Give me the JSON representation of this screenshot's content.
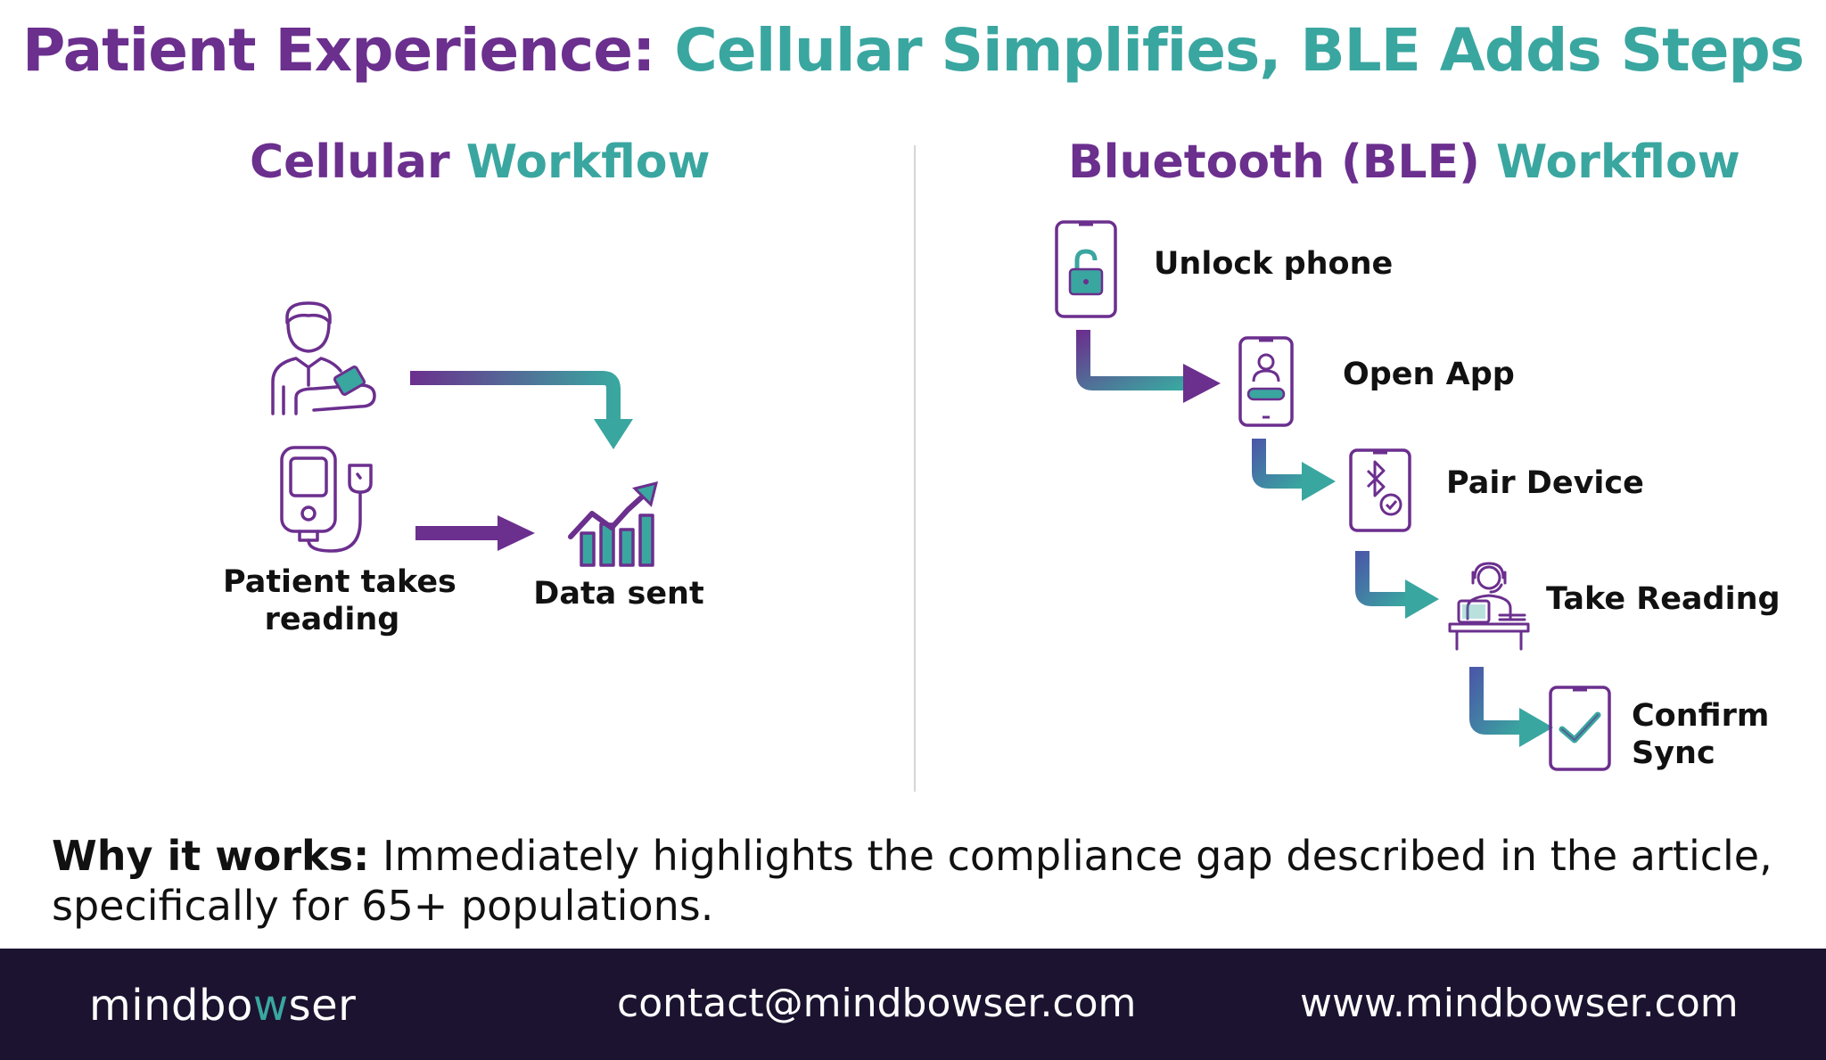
{
  "title": {
    "part1": "Patient Experience:",
    "part2": "Cellular Simplifies, BLE Adds Steps"
  },
  "cellular": {
    "title_part1": "Cellular",
    "title_part2": "Workflow",
    "step1_label_line1": "Patient takes",
    "step1_label_line2": "reading",
    "step2_label": "Data sent"
  },
  "ble": {
    "title_part1": "Bluetooth (BLE)",
    "title_part2": "Workflow",
    "steps": [
      {
        "label": "Unlock phone",
        "icon": "unlock-phone-icon"
      },
      {
        "label": "Open App",
        "icon": "phone-app-icon"
      },
      {
        "label": "Pair Device",
        "icon": "bluetooth-phone-icon"
      },
      {
        "label": "Take Reading",
        "icon": "person-at-desk-icon"
      },
      {
        "label_line1": "Confirm",
        "label_line2": "Sync",
        "icon": "checkmark-clipboard-icon"
      }
    ]
  },
  "why": {
    "lead": "Why it works:",
    "text": " Immediately highlights the compliance gap described in the article, specifically for 65+ populations."
  },
  "footer": {
    "logo_pre": "mindbo",
    "logo_w": "w",
    "logo_post": "ser",
    "email": "contact@mindbowser.com",
    "website": "www.mindbowser.com"
  },
  "colors": {
    "purple": "#6b2f8e",
    "teal": "#3aa6a0",
    "footer_bg": "#1c1330"
  }
}
